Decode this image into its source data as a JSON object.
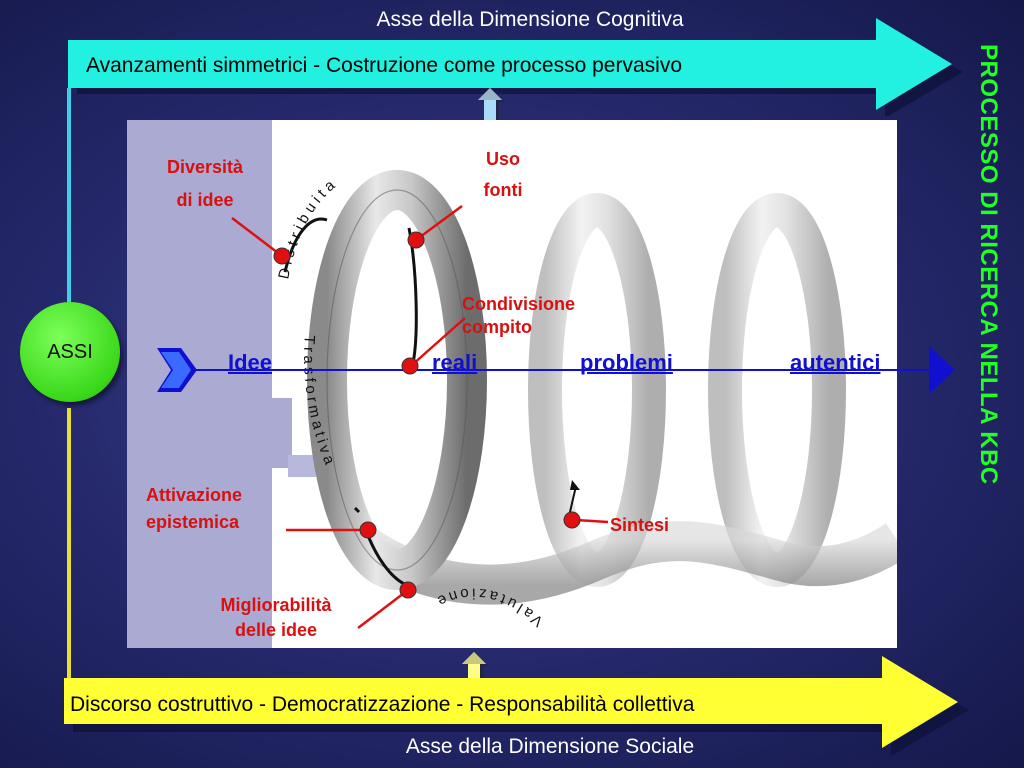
{
  "top_axis": {
    "title": "Asse della Dimensione Cognitiva",
    "arrow_text": "Avanzamenti simmetrici  - Costruzione come processo pervasivo"
  },
  "bottom_axis": {
    "title": "Asse della Dimensione Sociale",
    "arrow_text": "Discorso costruttivo - Democratizzazione - Responsabilità collettiva"
  },
  "side_title": "PROCESSO DI RICERCA  NELLA KBC",
  "assi_label": "ASSI",
  "spiral_words": {
    "distribuita": "Distribuita",
    "trasformativa": "Trasformativa",
    "valutazione": "Valutazione"
  },
  "nodes": {
    "diversita_line1": "Diversità",
    "diversita_line2": "di idee",
    "uso_line1": "Uso",
    "uso_line2": "fonti",
    "condivisione_line1": "Condivisione",
    "condivisione_line2": "compito",
    "attivazione_line1": "Attivazione",
    "attivazione_line2": "epistemica",
    "sintesi": "Sintesi",
    "migliorabilita_line1": "Migliorabilità",
    "migliorabilita_line2": "delle idee"
  },
  "axis_words": [
    "Idee",
    "reali",
    "problemi",
    "autentici"
  ],
  "colors": {
    "top_arrow": "#22f0e0",
    "bottom_arrow": "#ffff33",
    "assi_circle": "#3ad81a",
    "side_title": "#22ff22",
    "node_red": "#e01010",
    "axis_blue": "#1010d0"
  }
}
